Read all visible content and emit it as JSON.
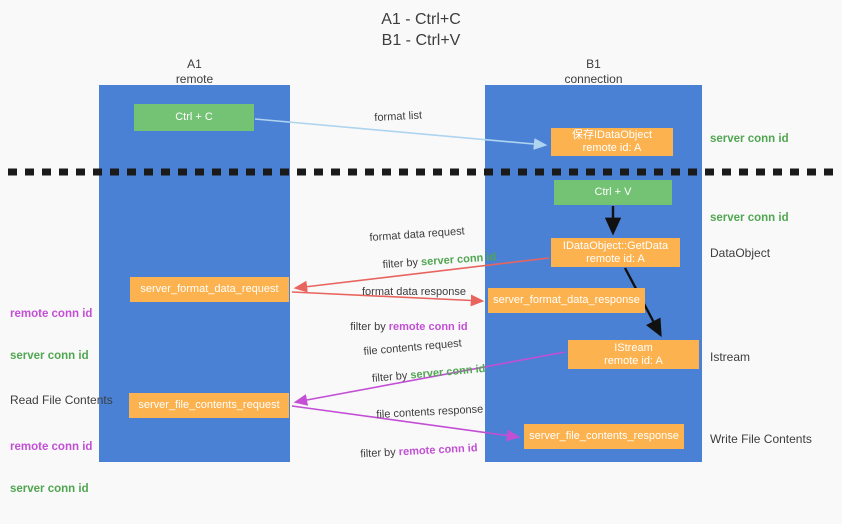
{
  "title": "A1 - Ctrl+C\nB1 - Ctrl+V",
  "lanes": {
    "a": {
      "name": "A1",
      "role": "remote",
      "header": "A1\nremote"
    },
    "b": {
      "name": "B1",
      "role": "connection",
      "header": "B1\nconnection"
    }
  },
  "boxes": {
    "ctrl_c": "Ctrl + C",
    "data_object": "保存IDataObject\nremote id: A",
    "ctrl_v": "Ctrl + V",
    "get_data": "IDataObject::GetData\nremote id: A",
    "format_data_request": "server_format_data_request",
    "format_data_response": "server_format_data_response",
    "istream": "IStream\nremote id: A",
    "file_contents_request": "server_file_contents_request",
    "file_contents_response": "server_file_contents_response"
  },
  "right_labels": {
    "server_conn_id_1": "server conn id",
    "server_conn_id_2": "server conn id",
    "data_object": "DataObject",
    "istream": "Istream",
    "write_file_contents": "Write File Contents"
  },
  "left_labels": {
    "read_file_contents": "Read File Contents",
    "remote_conn_id_1": "remote conn id",
    "server_conn_id_1": "server conn id",
    "remote_conn_id_2": "remote conn id",
    "server_conn_id_2": "server conn id"
  },
  "flow_labels": {
    "format_list": "format list",
    "format_data_request": "format data request",
    "format_data_request_filter_prefix": "filter by ",
    "format_data_request_filter_value": "server conn id",
    "format_data_response": "format data response",
    "format_data_response_filter_prefix": "filter by ",
    "format_data_response_filter_value": "remote conn id",
    "file_contents_request": "file contents request",
    "file_contents_request_filter_prefix": "filter by ",
    "file_contents_request_filter_value": "server conn id",
    "file_contents_response": "file contents response",
    "file_contents_response_filter_prefix": "filter by ",
    "file_contents_response_filter_value": "remote conn id"
  },
  "colors": {
    "lane": "#4a81d4",
    "green_box": "#74c274",
    "orange_box": "#fcb24f",
    "green_text": "#51a651",
    "purple_text": "#c24fd4",
    "arrow_blue": "#aed4f0",
    "arrow_red": "#e8655f",
    "arrow_purple": "#c24fd4",
    "arrow_black": "#111111",
    "background": "#f9f9fa"
  }
}
